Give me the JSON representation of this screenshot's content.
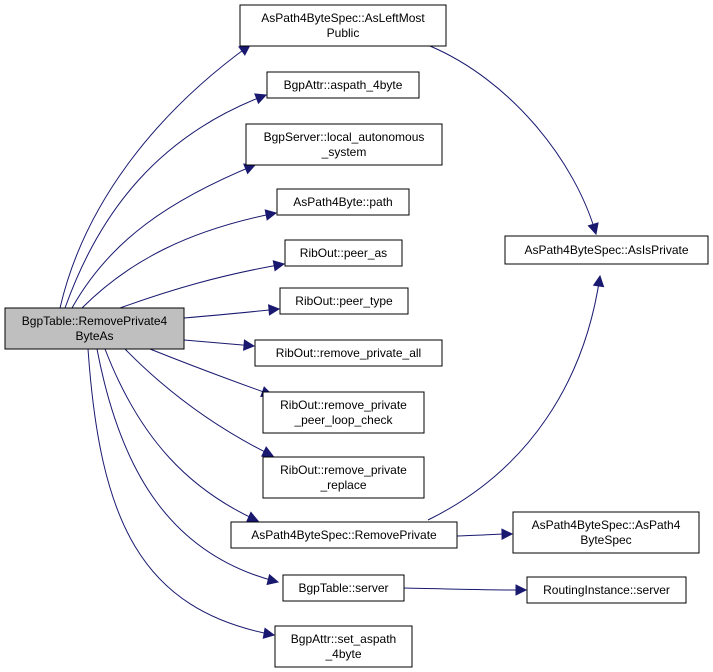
{
  "colors": {
    "edge": "#191970",
    "root_fill": "#bfbfbf",
    "node_fill": "#ffffff",
    "border": "#000000"
  },
  "nodes": {
    "root": {
      "lines": [
        "BgpTable::RemovePrivate4",
        "ByteAs"
      ]
    },
    "asleftmost": {
      "lines": [
        "AsPath4ByteSpec::AsLeftMost",
        "Public"
      ]
    },
    "aspath4byte": {
      "lines": [
        "BgpAttr::aspath_4byte"
      ]
    },
    "localas": {
      "lines": [
        "BgpServer::local_autonomous",
        "_system"
      ]
    },
    "path": {
      "lines": [
        "AsPath4Byte::path"
      ]
    },
    "peeras": {
      "lines": [
        "RibOut::peer_as"
      ]
    },
    "peertype": {
      "lines": [
        "RibOut::peer_type"
      ]
    },
    "removeall": {
      "lines": [
        "RibOut::remove_private_all"
      ]
    },
    "removeloop": {
      "lines": [
        "RibOut::remove_private",
        "_peer_loop_check"
      ]
    },
    "removereplace": {
      "lines": [
        "RibOut::remove_private",
        "_replace"
      ]
    },
    "removeprivate": {
      "lines": [
        "AsPath4ByteSpec::RemovePrivate"
      ]
    },
    "tableserver": {
      "lines": [
        "BgpTable::server"
      ]
    },
    "setaspath": {
      "lines": [
        "BgpAttr::set_aspath",
        "_4byte"
      ]
    },
    "isprivate": {
      "lines": [
        "AsPath4ByteSpec::AsIsPrivate"
      ]
    },
    "ctor": {
      "lines": [
        "AsPath4ByteSpec::AsPath4",
        "ByteSpec"
      ]
    },
    "riserver": {
      "lines": [
        "RoutingInstance::server"
      ]
    }
  }
}
